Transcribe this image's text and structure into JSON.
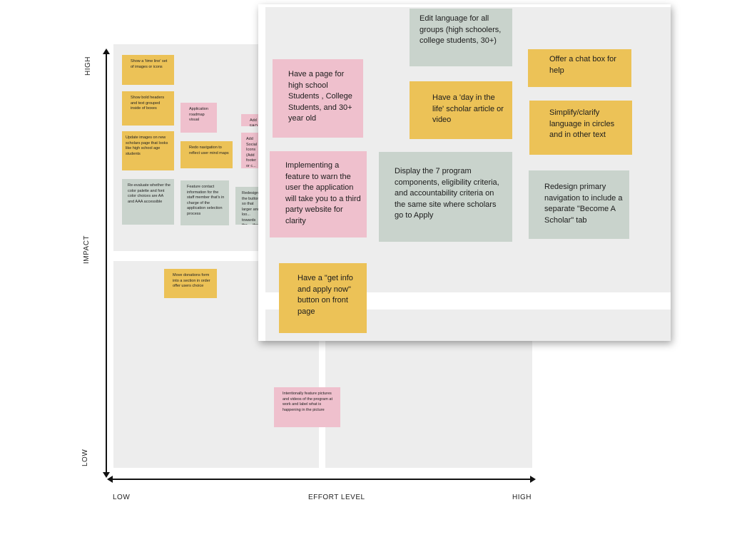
{
  "axes": {
    "impact_high": "HIGH",
    "impact_title": "IMPACT",
    "impact_low": "LOW",
    "effort_low": "LOW",
    "effort_title": "EFFORT LEVEL",
    "effort_high": "HIGH"
  },
  "board_notes": [
    {
      "color": "yellow",
      "text": "Show a 'time line' set of images or icons"
    },
    {
      "color": "yellow",
      "text": "Show bold headers and text grouped inside of boxes"
    },
    {
      "color": "pink",
      "text": "Application roadmap visual"
    },
    {
      "color": "pink",
      "text": "Add FAQ"
    },
    {
      "color": "yellow",
      "text": "Update images on new scholars page that looks like high school age students"
    },
    {
      "color": "yellow",
      "text": "Redo navigation to reflect user mind maps"
    },
    {
      "color": "pink",
      "text": "Add Social Icons (Add footer or c... us page)"
    },
    {
      "color": "sage",
      "text": "Re-evaluate whether the color palette and font color choices are AA and AAA accessible"
    },
    {
      "color": "sage",
      "text": "Feature contact information for the staff member that's in charge of the application selection process"
    },
    {
      "color": "sage",
      "text": "Redesign the button so that larger and loo... towards the ... the screen"
    },
    {
      "color": "yellow",
      "text": "Move donations form into a section in order offer users choice"
    },
    {
      "color": "pink",
      "text": "Intentionally feature pictures and videos of the program at work and label what is happening in the picture"
    }
  ],
  "zoom_notes": [
    {
      "color": "sage",
      "text": "Edit language for all groups (high schoolers, college students, 30+)"
    },
    {
      "color": "yellow",
      "text": "Offer a chat box for help"
    },
    {
      "color": "pink",
      "text": "Have a page for high school Students , College Students, and 30+ year old"
    },
    {
      "color": "yellow",
      "text": "Have a 'day in the life' scholar article or video"
    },
    {
      "color": "yellow",
      "text": "Simplify/clarify language in circles and in other text"
    },
    {
      "color": "pink",
      "text": "Implementing a feature to warn the user the application will take you to a third party website for clarity"
    },
    {
      "color": "sage",
      "text": "Display the 7 program components, eligibility criteria, and accountability criteria on the same site where scholars go to Apply"
    },
    {
      "color": "sage",
      "text": "Redesign primary navigation to include a separate \"Become A Scholar\" tab"
    },
    {
      "color": "yellow",
      "text": "Have a \"get info and apply now\" button on front page"
    }
  ],
  "colors": {
    "yellow": "#ecc257",
    "pink": "#efc0cd",
    "sage": "#c9d3cc",
    "board": "#ededed"
  }
}
